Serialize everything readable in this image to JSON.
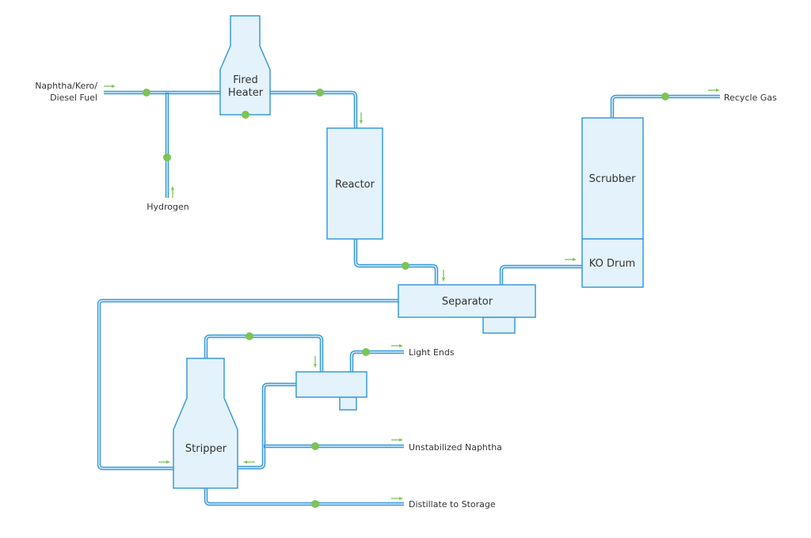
{
  "diagram": {
    "type": "process-flow",
    "colors": {
      "vessel_fill": "#e3f2fb",
      "pipe": "#3a9ad9",
      "valve": "#7cc453",
      "flow_arrow": "#7cc453",
      "text": "#333333"
    },
    "equipment": {
      "fired_heater": {
        "line1": "Fired",
        "line2": "Heater"
      },
      "reactor": {
        "label": "Reactor"
      },
      "scrubber": {
        "label": "Scrubber"
      },
      "ko_drum": {
        "label": "KO Drum"
      },
      "separator": {
        "label": "Separator"
      },
      "stripper": {
        "label": "Stripper"
      }
    },
    "streams": {
      "feed": {
        "line1": "Naphtha/Kero/",
        "line2": "Diesel Fuel"
      },
      "hydrogen": {
        "label": "Hydrogen"
      },
      "recycle_gas": {
        "label": "Recycle Gas"
      },
      "light_ends": {
        "label": "Light Ends"
      },
      "unstabilized_naphtha": {
        "label": "Unstabilized Naphtha"
      },
      "distillate": {
        "label": "Distillate to Storage"
      }
    }
  }
}
